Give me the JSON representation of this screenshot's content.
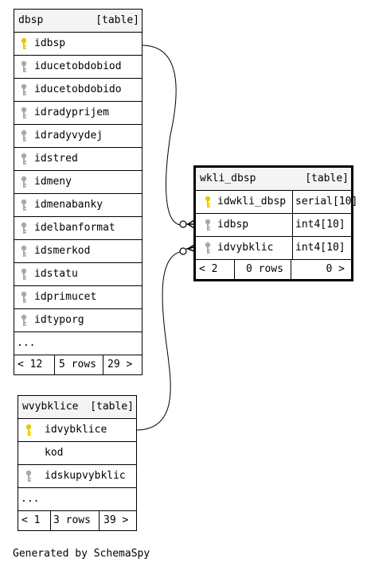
{
  "tables": {
    "dbsp": {
      "name": "dbsp",
      "tag": "[table]",
      "columns": [
        {
          "name": "idbsp",
          "key": "primary"
        },
        {
          "name": "iducetobdobiod",
          "key": "foreign"
        },
        {
          "name": "iducetobdobido",
          "key": "foreign"
        },
        {
          "name": "idradyprijem",
          "key": "foreign"
        },
        {
          "name": "idradyvydej",
          "key": "foreign"
        },
        {
          "name": "idstred",
          "key": "foreign"
        },
        {
          "name": "idmeny",
          "key": "foreign"
        },
        {
          "name": "idmenabanky",
          "key": "foreign"
        },
        {
          "name": "idelbanformat",
          "key": "foreign"
        },
        {
          "name": "idsmerkod",
          "key": "foreign"
        },
        {
          "name": "idstatu",
          "key": "foreign"
        },
        {
          "name": "idprimucet",
          "key": "foreign"
        },
        {
          "name": "idtyporg",
          "key": "foreign"
        }
      ],
      "more": "...",
      "footer": {
        "parents": "< 12",
        "rows": "5 rows",
        "children": "29 >"
      }
    },
    "wkli_dbsp": {
      "name": "wkli_dbsp",
      "tag": "[table]",
      "columns": [
        {
          "name": "idwkli_dbsp",
          "type": "serial[10]",
          "key": "primary"
        },
        {
          "name": "idbsp",
          "type": "int4[10]",
          "key": "foreign"
        },
        {
          "name": "idvybklic",
          "type": "int4[10]",
          "key": "foreign"
        }
      ],
      "footer": {
        "parents": "< 2",
        "rows": "0 rows",
        "children": "0 >"
      }
    },
    "wvybklice": {
      "name": "wvybklice",
      "tag": "[table]",
      "columns": [
        {
          "name": "idvybklice",
          "key": "primary"
        },
        {
          "name": "kod",
          "key": "none"
        },
        {
          "name": "idskupvybklic",
          "key": "foreign"
        }
      ],
      "more": "...",
      "footer": {
        "parents": "< 1",
        "rows": "3 rows",
        "children": "39 >"
      }
    }
  },
  "colors": {
    "primary_key": "#e8c800",
    "foreign_key": "#a8a8a8",
    "header_bg": "#f4f4f4"
  },
  "generated_by": "Generated by SchemaSpy"
}
